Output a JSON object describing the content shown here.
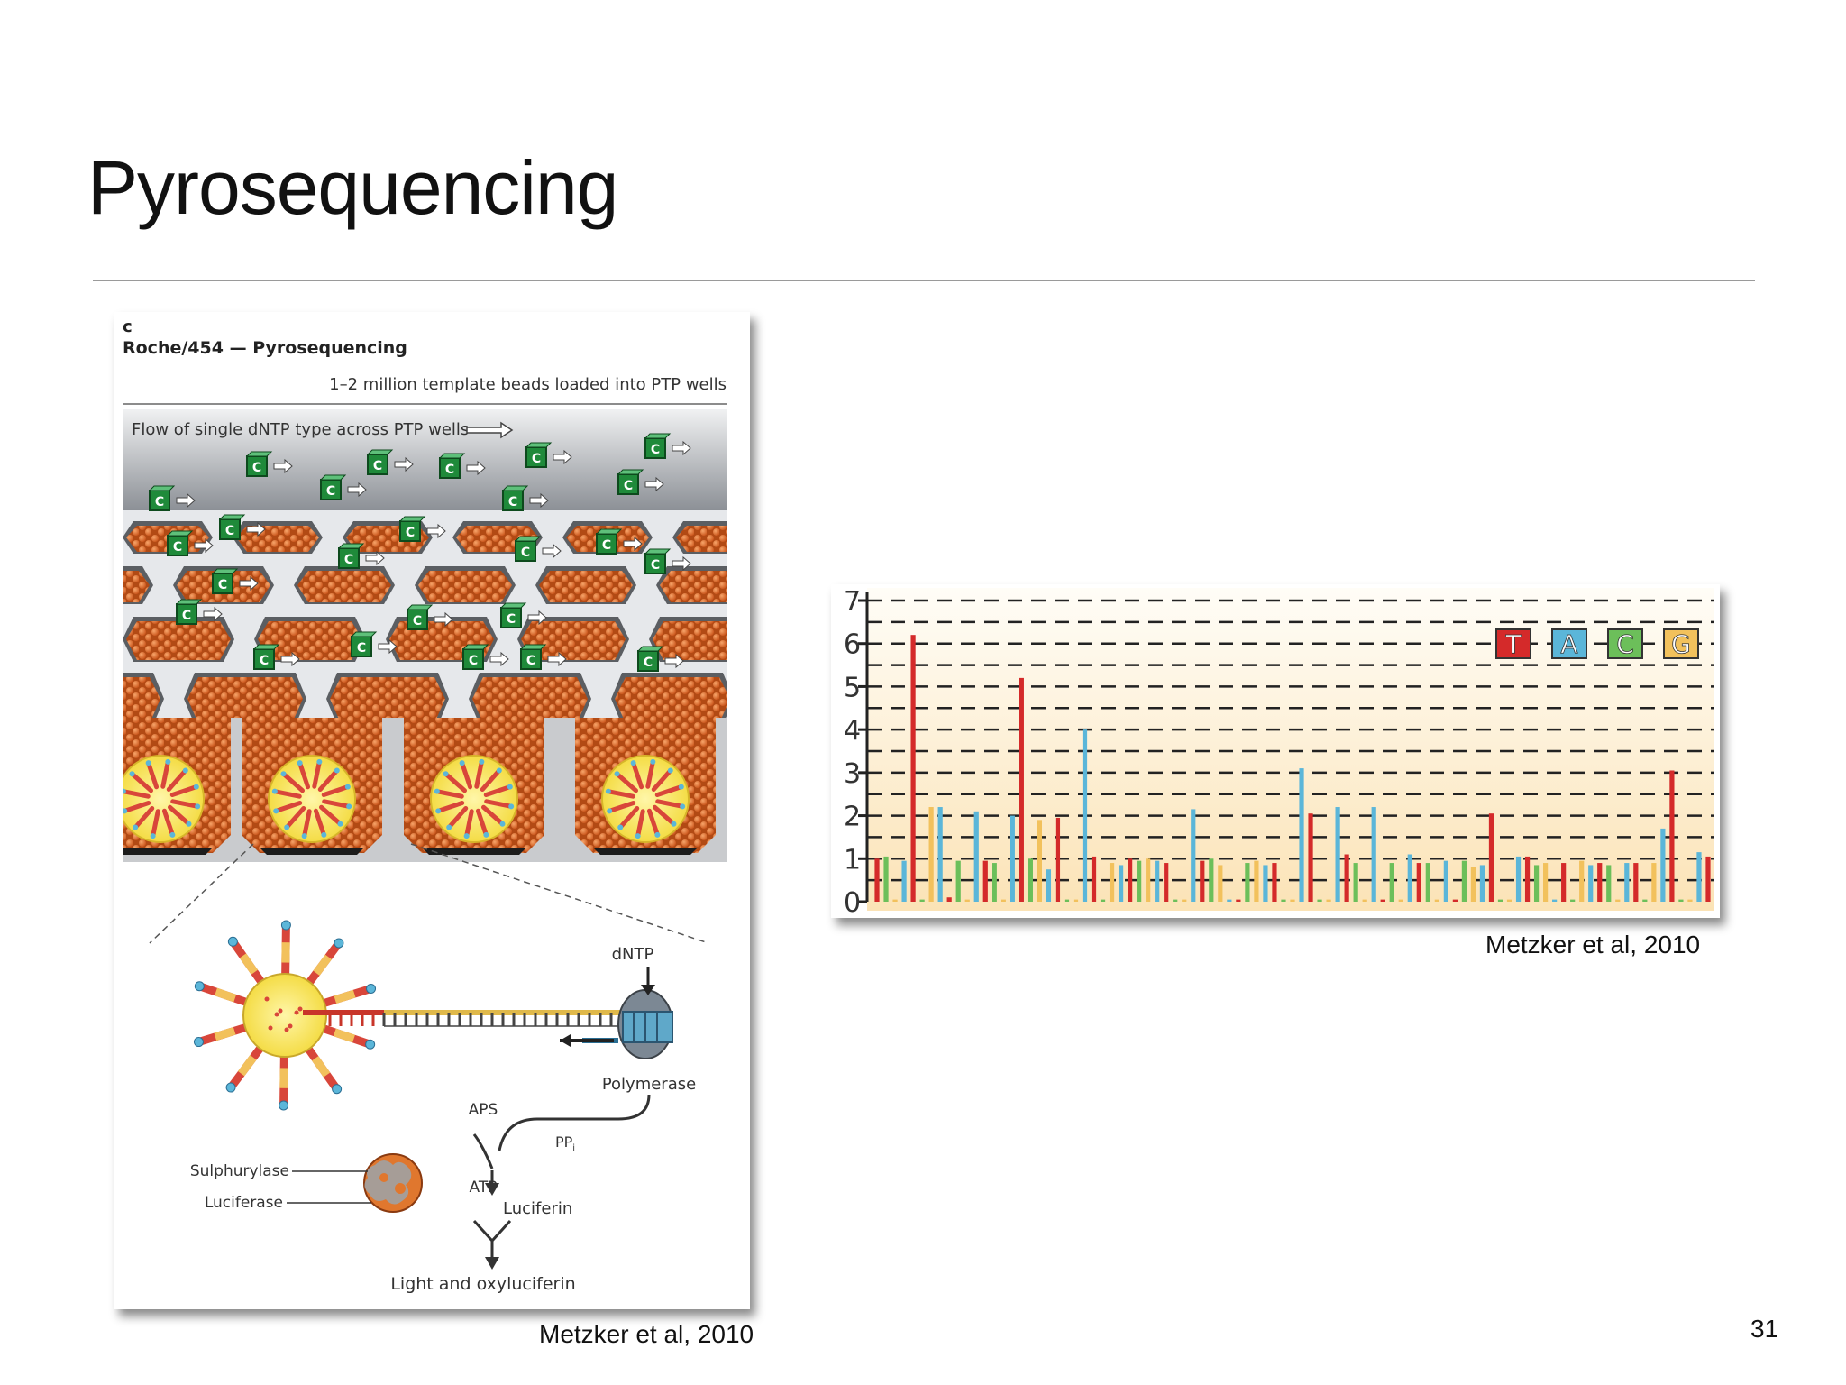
{
  "slide": {
    "title": "Pyrosequencing",
    "page_number": "31"
  },
  "left_figure": {
    "panel_letter": "c",
    "heading": "Roche/454 — Pyrosequencing",
    "subheading": "1–2 million template beads loaded into PTP wells",
    "flow_label": "Flow of single dNTP type across PTP wells",
    "nucleotide": "C",
    "labels": {
      "dntp": "dNTP",
      "polymerase": "Polymerase",
      "aps": "APS",
      "ppi": "PP",
      "ppi_sub": "i",
      "sulphurylase": "Sulphurylase",
      "luciferase": "Luciferase",
      "atp": "ATP",
      "luciferin": "Luciferin",
      "products": "Light and oxyluciferin"
    },
    "caption": "Metzker et al, 2010",
    "colors": {
      "nucleotide_green": "#1f8a3a",
      "bead_orange": "#e06a25",
      "bead_yellow": "#fbe96a"
    }
  },
  "right_figure": {
    "caption": "Metzker et al, 2010"
  },
  "chart_data": {
    "type": "bar",
    "title": "",
    "xlabel": "",
    "ylabel": "",
    "ylim": [
      0,
      7
    ],
    "yticks": [
      "0",
      "1",
      "2",
      "3",
      "4",
      "5",
      "6",
      "7"
    ],
    "grid": "dashed horizontal at 0.5 steps",
    "legend": {
      "placement": "top-right",
      "entries": [
        {
          "label": "T",
          "color": "#d42a2a"
        },
        {
          "label": "A",
          "color": "#5bb6d9"
        },
        {
          "label": "C",
          "color": "#6cbf5a"
        },
        {
          "label": "G",
          "color": "#f2c15c"
        }
      ]
    },
    "flow_order": [
      "T",
      "C",
      "G",
      "A"
    ],
    "bars": [
      {
        "base": "T",
        "value": 1.0
      },
      {
        "base": "C",
        "value": 1.05
      },
      {
        "base": "G",
        "value": 0.05
      },
      {
        "base": "A",
        "value": 0.95
      },
      {
        "base": "T",
        "value": 6.2
      },
      {
        "base": "C",
        "value": 0.05
      },
      {
        "base": "G",
        "value": 2.2
      },
      {
        "base": "A",
        "value": 2.2
      },
      {
        "base": "T",
        "value": 0.1
      },
      {
        "base": "C",
        "value": 0.95
      },
      {
        "base": "G",
        "value": 0.05
      },
      {
        "base": "A",
        "value": 2.1
      },
      {
        "base": "T",
        "value": 0.95
      },
      {
        "base": "C",
        "value": 0.9
      },
      {
        "base": "G",
        "value": 0.05
      },
      {
        "base": "A",
        "value": 2.0
      },
      {
        "base": "T",
        "value": 5.2
      },
      {
        "base": "C",
        "value": 1.0
      },
      {
        "base": "G",
        "value": 1.9
      },
      {
        "base": "A",
        "value": 0.75
      },
      {
        "base": "T",
        "value": 1.95
      },
      {
        "base": "C",
        "value": 0.05
      },
      {
        "base": "G",
        "value": 0.05
      },
      {
        "base": "A",
        "value": 4.0
      },
      {
        "base": "T",
        "value": 1.05
      },
      {
        "base": "C",
        "value": 0.05
      },
      {
        "base": "G",
        "value": 0.9
      },
      {
        "base": "A",
        "value": 0.85
      },
      {
        "base": "T",
        "value": 1.0
      },
      {
        "base": "C",
        "value": 0.95
      },
      {
        "base": "G",
        "value": 1.0
      },
      {
        "base": "A",
        "value": 0.95
      },
      {
        "base": "T",
        "value": 0.9
      },
      {
        "base": "C",
        "value": 0.05
      },
      {
        "base": "G",
        "value": 0.05
      },
      {
        "base": "A",
        "value": 2.15
      },
      {
        "base": "T",
        "value": 0.95
      },
      {
        "base": "C",
        "value": 1.0
      },
      {
        "base": "G",
        "value": 0.85
      },
      {
        "base": "A",
        "value": 0.05
      },
      {
        "base": "T",
        "value": 0.05
      },
      {
        "base": "C",
        "value": 0.9
      },
      {
        "base": "G",
        "value": 0.95
      },
      {
        "base": "A",
        "value": 0.85
      },
      {
        "base": "T",
        "value": 0.9
      },
      {
        "base": "C",
        "value": 0.05
      },
      {
        "base": "G",
        "value": 0.05
      },
      {
        "base": "A",
        "value": 3.1
      },
      {
        "base": "T",
        "value": 2.05
      },
      {
        "base": "C",
        "value": 0.05
      },
      {
        "base": "G",
        "value": 0.05
      },
      {
        "base": "A",
        "value": 2.2
      },
      {
        "base": "T",
        "value": 1.1
      },
      {
        "base": "C",
        "value": 0.9
      },
      {
        "base": "G",
        "value": 0.05
      },
      {
        "base": "A",
        "value": 2.2
      },
      {
        "base": "T",
        "value": 0.05
      },
      {
        "base": "C",
        "value": 0.9
      },
      {
        "base": "G",
        "value": 0.05
      },
      {
        "base": "A",
        "value": 1.1
      },
      {
        "base": "T",
        "value": 0.9
      },
      {
        "base": "C",
        "value": 0.9
      },
      {
        "base": "G",
        "value": 0.05
      },
      {
        "base": "A",
        "value": 0.95
      },
      {
        "base": "T",
        "value": 0.05
      },
      {
        "base": "C",
        "value": 0.95
      },
      {
        "base": "G",
        "value": 0.8
      },
      {
        "base": "A",
        "value": 0.85
      },
      {
        "base": "T",
        "value": 2.05
      },
      {
        "base": "C",
        "value": 0.05
      },
      {
        "base": "G",
        "value": 0.05
      },
      {
        "base": "A",
        "value": 1.05
      },
      {
        "base": "T",
        "value": 1.05
      },
      {
        "base": "C",
        "value": 0.85
      },
      {
        "base": "G",
        "value": 0.9
      },
      {
        "base": "A",
        "value": 0.05
      },
      {
        "base": "T",
        "value": 0.9
      },
      {
        "base": "C",
        "value": 0.05
      },
      {
        "base": "G",
        "value": 0.95
      },
      {
        "base": "A",
        "value": 0.85
      },
      {
        "base": "T",
        "value": 0.9
      },
      {
        "base": "C",
        "value": 0.85
      },
      {
        "base": "G",
        "value": 0.05
      },
      {
        "base": "A",
        "value": 0.9
      },
      {
        "base": "T",
        "value": 0.9
      },
      {
        "base": "C",
        "value": 0.05
      },
      {
        "base": "G",
        "value": 0.9
      },
      {
        "base": "A",
        "value": 1.7
      },
      {
        "base": "T",
        "value": 3.05
      },
      {
        "base": "C",
        "value": 0.05
      },
      {
        "base": "G",
        "value": 0.05
      },
      {
        "base": "A",
        "value": 1.15
      },
      {
        "base": "T",
        "value": 1.05
      }
    ]
  }
}
